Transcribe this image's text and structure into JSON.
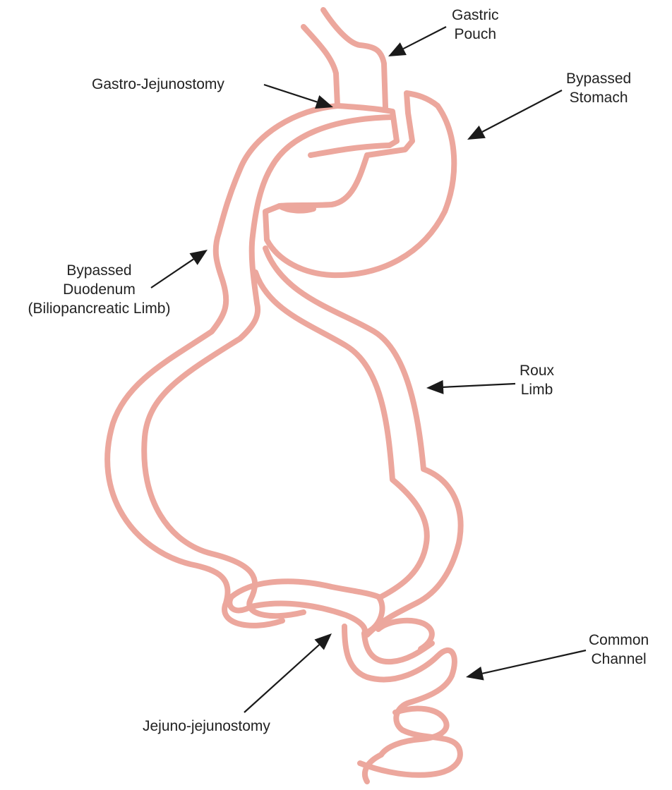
{
  "colors": {
    "organ_outline": "#eca79d",
    "arrow": "#1a1a1a",
    "text": "#222222",
    "background": "#ffffff"
  },
  "labels": {
    "gastric_pouch": [
      "Gastric",
      "Pouch"
    ],
    "gastro_jejunostomy": [
      "Gastro-Jejunostomy"
    ],
    "bypassed_stomach": [
      "Bypassed",
      "Stomach"
    ],
    "bypassed_duodenum": [
      "Bypassed",
      "Duodenum",
      "(Biliopancreatic Limb)"
    ],
    "roux_limb": [
      "Roux",
      "Limb"
    ],
    "common_channel": [
      "Common",
      "Channel"
    ],
    "jejuno_jejunostomy": [
      "Jejuno-jejunostomy"
    ]
  }
}
